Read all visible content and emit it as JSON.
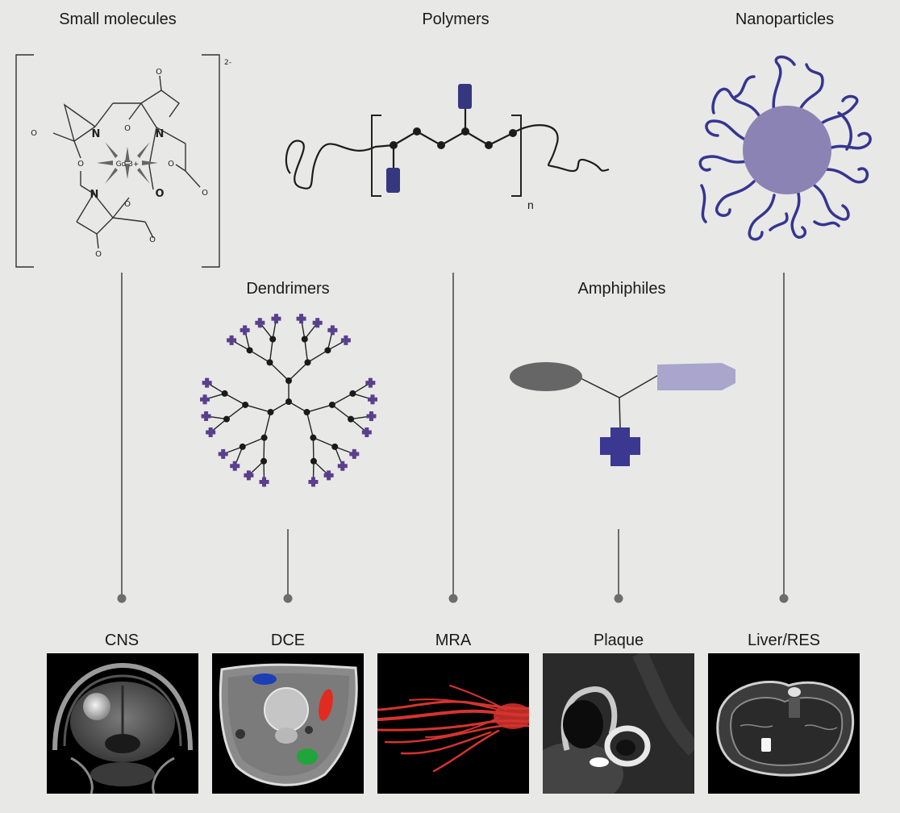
{
  "categories": {
    "small_molecules": "Small molecules",
    "polymers": "Polymers",
    "nanoparticles": "Nanoparticles",
    "dendrimers": "Dendrimers",
    "amphiphiles": "Amphiphiles"
  },
  "chemistry": {
    "charge": "2-",
    "metal": "Gd 3+",
    "nitrogen": "N",
    "oxygen": "O",
    "oxide": "O",
    "oxide_bold": "O",
    "minus": "-",
    "repeat_subscript": "n"
  },
  "applications": [
    {
      "label": "CNS"
    },
    {
      "label": "DCE"
    },
    {
      "label": "MRA"
    },
    {
      "label": "Plaque"
    },
    {
      "label": "Liver/RES"
    }
  ],
  "colors": {
    "background": "#e8e8e7",
    "connector": "#6d6d6d",
    "polymer_block": "#36377f",
    "nanoparticle_core": "#8c83b5",
    "nanoparticle_chains": "#363592",
    "dendrimer_terminal": "#5a3f8c",
    "amphiphile_head": "#666666",
    "amphiphile_tail": "#aaa5cc",
    "amphiphile_cross": "#3a3890"
  }
}
